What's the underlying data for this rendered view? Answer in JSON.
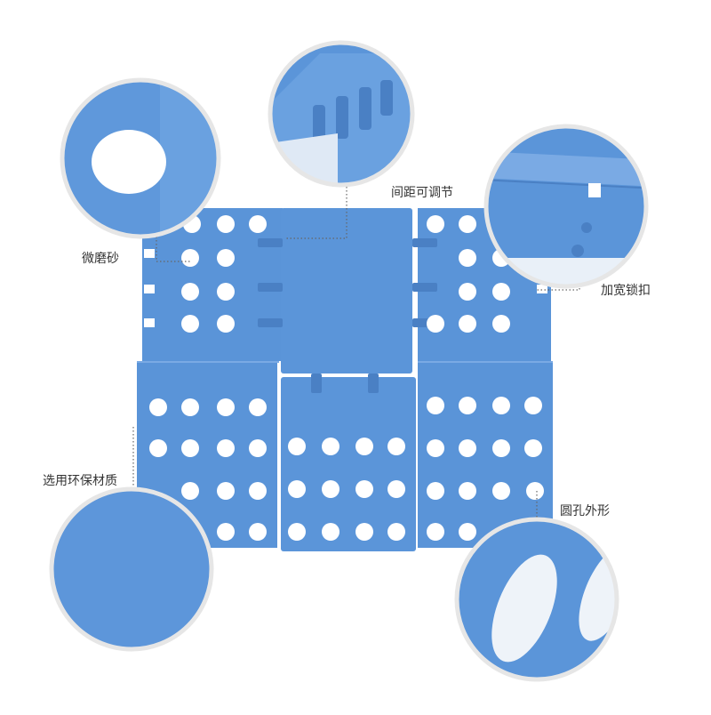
{
  "colors": {
    "board": "#5a94d8",
    "board_dark": "#4a80c4",
    "board_light": "#7aaae4",
    "hole": "#ffffff",
    "callout_border": "#e6e6e6",
    "dotted_line": "#666666",
    "label_text": "#333333"
  },
  "callouts": [
    {
      "id": "micro-frosted",
      "label": "微磨砂"
    },
    {
      "id": "adjustable-spacing",
      "label": "间距可调节"
    },
    {
      "id": "widen-lock",
      "label": "加宽锁扣"
    },
    {
      "id": "eco-material",
      "label": "选用环保材质"
    },
    {
      "id": "round-hole",
      "label": "圆孔外形"
    }
  ]
}
